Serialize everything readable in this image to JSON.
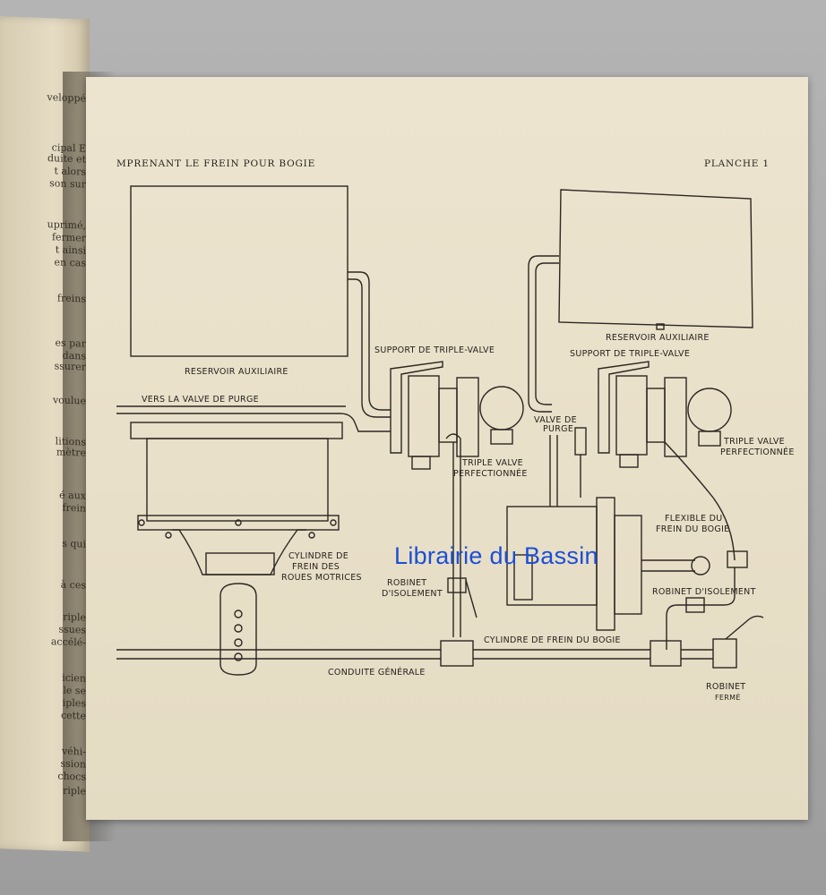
{
  "left_page_fragments": [
    "veloppé",
    "cipal E",
    "duite et",
    "t alors",
    "son sur",
    "uprimé,",
    "fermer",
    "t ainsi",
    "en cas",
    "freins",
    "es par",
    "dans",
    "ssurer",
    "voulue",
    "litions",
    "mètre",
    "é aux",
    "frein",
    "s qui",
    "à ces",
    "riple",
    "ssues",
    "accélé-",
    "icien",
    "le se",
    "iples",
    "cette",
    "véhi-",
    "ssion",
    "chocs",
    "riple"
  ],
  "header": {
    "title": "MPRENANT LE FREIN POUR BOGIE",
    "plate": "PLANCHE 1"
  },
  "labels": {
    "reservoir_left": "RESERVOIR AUXILIAIRE",
    "reservoir_right": "RESERVOIR AUXILIAIRE",
    "support_left": "SUPPORT DE TRIPLE-VALVE",
    "support_right": "SUPPORT DE TRIPLE-VALVE",
    "purge_pipe": "VERS LA VALVE DE PURGE",
    "triple_left_1": "TRIPLE VALVE",
    "triple_left_2": "PERFECTIONNÉE",
    "triple_right_1": "TRIPLE VALVE",
    "triple_right_2": "PERFECTIONNÉE",
    "valve_purge_1": "VALVE DE",
    "valve_purge_2": "PURGE",
    "cyl_motor_1": "CYLINDRE DE",
    "cyl_motor_2": "FREIN DES",
    "cyl_motor_3": "ROUES MOTRICES",
    "robinet_iso_1": "ROBINET",
    "robinet_iso_2": "D'ISOLEMENT",
    "flexible_1": "FLEXIBLE DU",
    "flexible_2": "FREIN DU BOGIE",
    "robinet_iso_right": "ROBINET D'ISOLEMENT",
    "cyl_bogie": "CYLINDRE DE FREIN DU BOGIE",
    "conduite": "CONDUITE GÉNÉRALE",
    "robinet_ferme_1": "ROBINET",
    "robinet_ferme_2": "FERMÉ"
  },
  "watermark": "Librairie du Bassin",
  "colors": {
    "paper": "#ebe3cd",
    "ink": "#2b2722",
    "watermark": "#1a4fd6"
  }
}
